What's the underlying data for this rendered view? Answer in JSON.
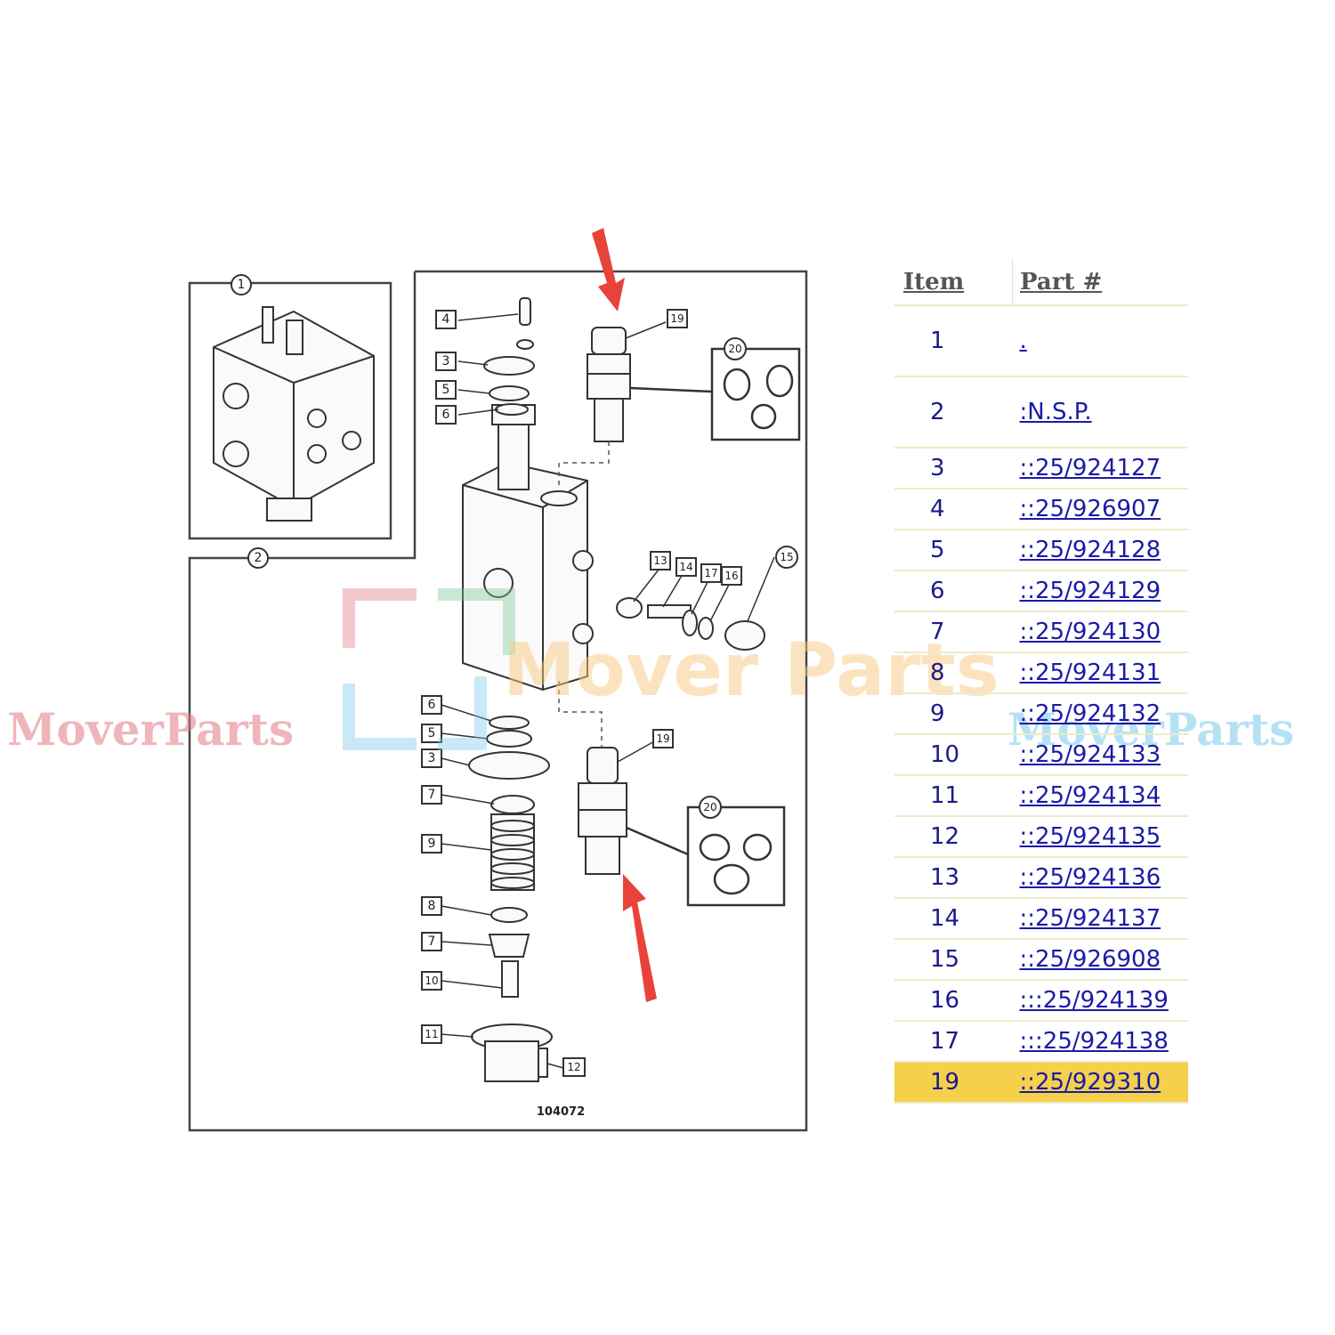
{
  "diagram": {
    "drawing_number": "104072",
    "callouts": [
      "1",
      "2",
      "3",
      "4",
      "5",
      "6",
      "7",
      "8",
      "9",
      "10",
      "11",
      "12",
      "13",
      "14",
      "15",
      "16",
      "17",
      "19",
      "20"
    ]
  },
  "table": {
    "headers": {
      "item": "Item",
      "part": "Part #"
    },
    "rows": [
      {
        "item": "1",
        "part": "."
      },
      {
        "item": "2",
        "part": ":N.S.P."
      },
      {
        "item": "3",
        "part": "::25/924127"
      },
      {
        "item": "4",
        "part": "::25/926907"
      },
      {
        "item": "5",
        "part": "::25/924128"
      },
      {
        "item": "6",
        "part": "::25/924129"
      },
      {
        "item": "7",
        "part": "::25/924130"
      },
      {
        "item": "8",
        "part": "::25/924131"
      },
      {
        "item": "9",
        "part": "::25/924132"
      },
      {
        "item": "10",
        "part": "::25/924133"
      },
      {
        "item": "11",
        "part": "::25/924134"
      },
      {
        "item": "12",
        "part": "::25/924135"
      },
      {
        "item": "13",
        "part": "::25/924136"
      },
      {
        "item": "14",
        "part": "::25/924137"
      },
      {
        "item": "15",
        "part": "::25/926908"
      },
      {
        "item": "16",
        "part": ":::25/924139"
      },
      {
        "item": "17",
        "part": ":::25/924138"
      },
      {
        "item": "19",
        "part": "::25/929310"
      }
    ],
    "highlight_color": "#f5d04a"
  },
  "watermark": {
    "left": "MoverParts",
    "center": "Mover Parts",
    "right": "MoverParts"
  },
  "colors": {
    "arrow": "#e8433a",
    "line": "#333333",
    "link": "#1a1aa8"
  }
}
